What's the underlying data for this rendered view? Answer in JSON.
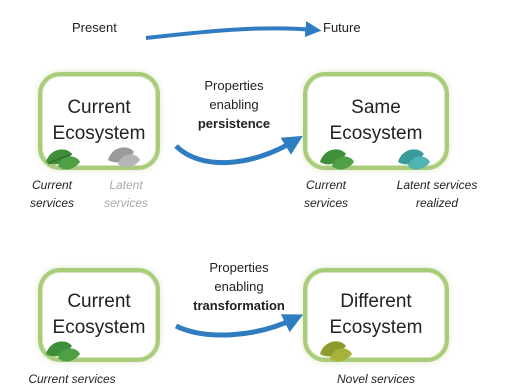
{
  "timeline": {
    "start_label": "Present",
    "end_label": "Future"
  },
  "top": {
    "left_box": {
      "line1": "Current",
      "line2": "Ecosystem"
    },
    "right_box": {
      "line1": "Same",
      "line2": "Ecosystem"
    },
    "properties": {
      "line1": "Properties",
      "line2": "enabling",
      "keyword": "persistence"
    },
    "left_captions": {
      "current_line1": "Current",
      "current_line2": "services",
      "latent_line1": "Latent",
      "latent_line2": "services"
    },
    "right_captions": {
      "current_line1": "Current",
      "current_line2": "services",
      "latent_line1": "Latent services",
      "latent_line2": "realized"
    }
  },
  "bottom": {
    "left_box": {
      "line1": "Current",
      "line2": "Ecosystem"
    },
    "right_box": {
      "line1": "Different",
      "line2": "Ecosystem"
    },
    "properties": {
      "line1": "Properties",
      "line2": "enabling",
      "keyword": "transformation"
    },
    "left_caption": "Current services",
    "right_caption": "Novel services"
  },
  "colors": {
    "box_border": "#a9cc7a",
    "arrow": "#2f7cc0",
    "leaf_green": "#3f8f3a",
    "leaf_grey": "#9b9b9b",
    "leaf_teal": "#3a9c9a",
    "leaf_olive": "#8f9a2c"
  }
}
